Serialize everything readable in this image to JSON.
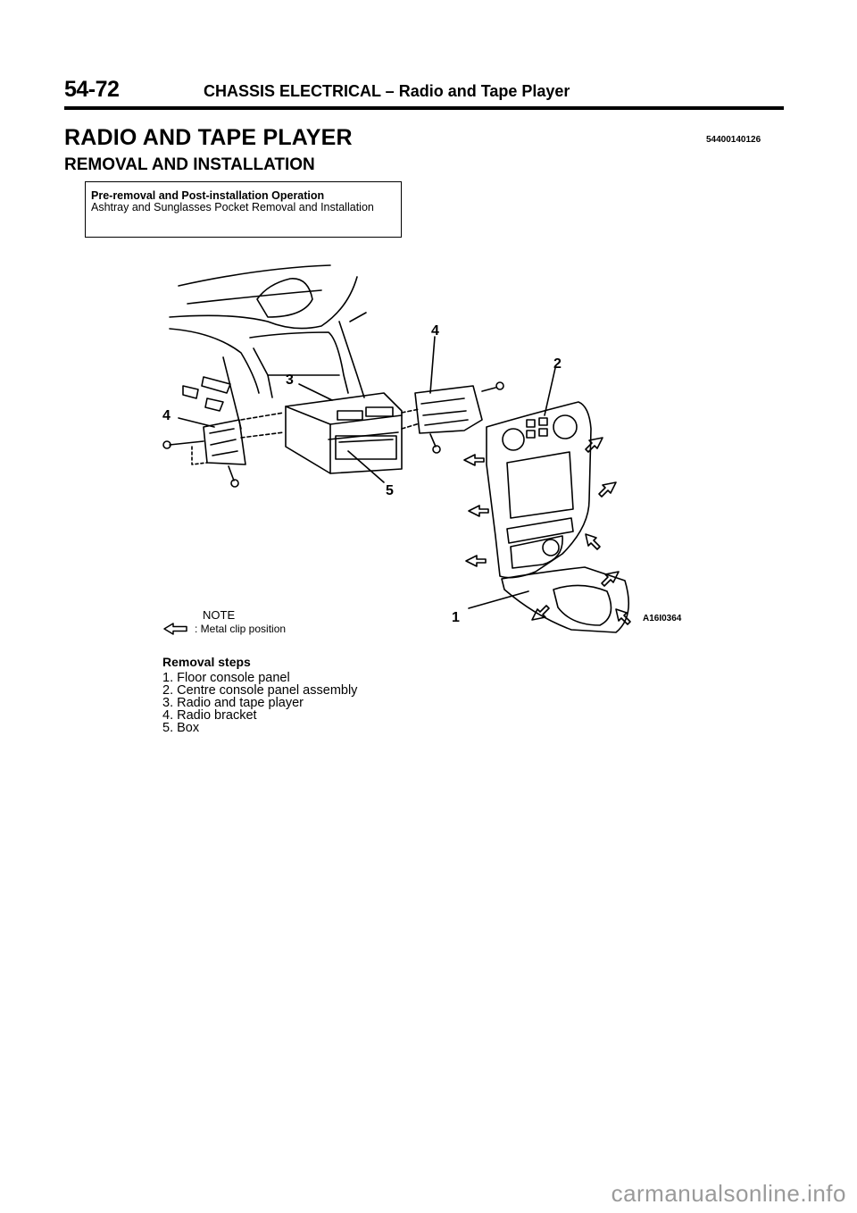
{
  "header": {
    "page_number": "54-72",
    "running_title": "CHASSIS ELECTRICAL – Radio and Tape Player"
  },
  "title": "RADIO AND TAPE PLAYER",
  "doc_code": "54400140126",
  "subtitle": "REMOVAL AND INSTALLATION",
  "operation_box": {
    "heading": "Pre-removal and Post-installation Operation",
    "text": "Ashtray and Sunglasses Pocket Removal and Installation"
  },
  "diagram": {
    "callouts": [
      "4",
      "3",
      "4",
      "2",
      "5",
      "1"
    ],
    "figure_code": "A16I0364"
  },
  "note": {
    "heading": "NOTE",
    "legend_text": ": Metal clip position",
    "legend_icon": "metal-clip-arrow-icon"
  },
  "removal_steps": {
    "heading": "Removal steps",
    "items": [
      "1. Floor console panel",
      "2. Centre console panel assembly",
      "3. Radio and tape player",
      "4. Radio bracket",
      "5. Box"
    ]
  },
  "watermark": "carmanualsonline.info"
}
